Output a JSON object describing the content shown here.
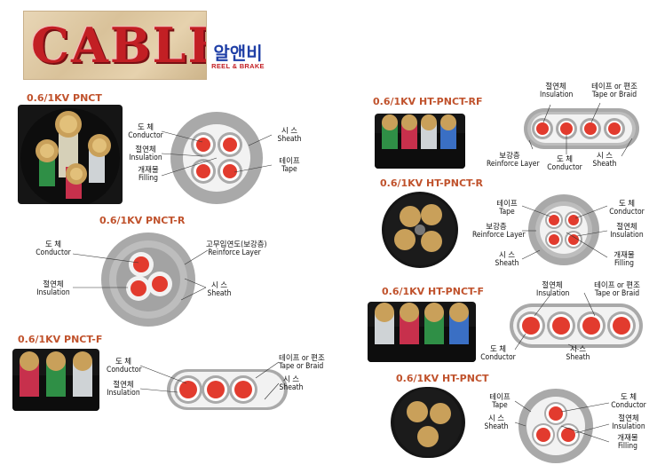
{
  "logo": {
    "text": "CABLE",
    "brand_kr": "알앤비",
    "brand_en": "REEL & BRAKE"
  },
  "sections": {
    "pnct": {
      "title": "0.6/1KV PNCT"
    },
    "pnct_r": {
      "title": "0.6/1KV PNCT-R"
    },
    "pnct_f": {
      "title": "0.6/1KV PNCT-F"
    },
    "ht_pnct_rf": {
      "title": "0.6/1KV HT-PNCT-RF"
    },
    "ht_pnct_r": {
      "title": "0.6/1KV HT-PNCT-R"
    },
    "ht_pnct_f": {
      "title": "0.6/1KV HT-PNCT-F"
    },
    "ht_pnct": {
      "title": "0.6/1KV HT-PNCT"
    }
  },
  "labels": {
    "conductor_kr": "도 체",
    "conductor_en": "Conductor",
    "insulation_kr": "절연체",
    "insulation_en": "Insulation",
    "filling_kr": "개재물",
    "filling_en": "Filling",
    "sheath_kr": "시 스",
    "sheath_en": "Sheath",
    "tape_kr": "테이프",
    "tape_en": "Tape",
    "tape_braid_kr": "테이프 or 편조",
    "tape_braid_en": "Tape or Braid",
    "reinforce_rubber_kr": "고무입연도(보강층)",
    "reinforce_kr": "보강층",
    "reinforce_en": "Reinforce Layer"
  },
  "colors": {
    "sheath": "#a9a9a9",
    "insulation": "#f2f2f2",
    "conductor": "#e23b2e",
    "title": "#c0522c"
  }
}
